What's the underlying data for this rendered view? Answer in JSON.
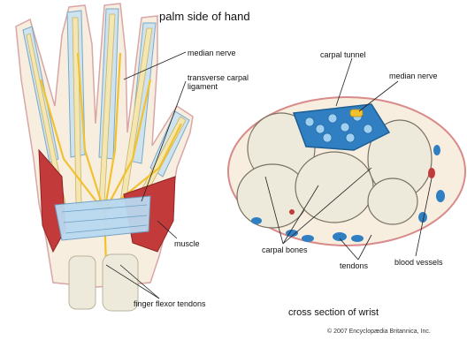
{
  "labels": {
    "title": "palm side of hand",
    "median_nerve_hand": "median nerve",
    "transverse_ligament": "transverse carpal ligament",
    "carpal_tunnel": "carpal tunnel",
    "median_nerve_wrist": "median nerve",
    "muscle": "muscle",
    "carpal_bones": "carpal bones",
    "blood_vessels": "blood vessels",
    "tendons": "tendons",
    "finger_flexor_tendons": "finger flexor tendons",
    "cross_section": "cross section of wrist",
    "copyright": "© 2007 Encyclopædia Britannica, Inc."
  },
  "colors": {
    "bone": "#cfe3ef",
    "tendon": "#f3e6b0",
    "nerve": "#f2c12e",
    "muscle": "#c23a3a",
    "ligament": "#b9d9f0",
    "bone_cross": "#eeeadb",
    "tunnel_blue": "#2f7fc2",
    "skin": "#f7eee0"
  }
}
